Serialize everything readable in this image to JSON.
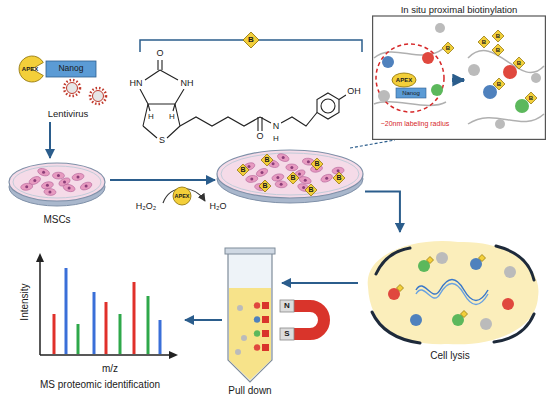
{
  "diagram": {
    "nodes": [
      {
        "text": [
          "Lentivirus"
        ]
      },
      {
        "text": [
          "MSCs"
        ]
      },
      {
        "text": [
          "B",
          "B",
          "B",
          "B",
          "B",
          "B",
          "B"
        ]
      },
      {
        "text": [
          "In situ proximal biotinylation"
        ]
      },
      {
        "text": [
          "Cell lysis"
        ]
      },
      {
        "text": [
          "Pull down"
        ]
      },
      {
        "text": [
          "MS proteomic identification"
        ]
      }
    ],
    "edges": [
      {
        "from": 0,
        "to": 1,
        "arrow": "to"
      },
      {
        "from": 1,
        "to": 2,
        "arrow": "to"
      },
      {
        "from": 2,
        "to": 4,
        "arrow": "to"
      },
      {
        "from": 2,
        "to": 3,
        "arrow": "none"
      },
      {
        "from": 4,
        "to": 5,
        "arrow": "to"
      },
      {
        "from": 5,
        "to": 6,
        "arrow": "to"
      }
    ],
    "labels": [
      "B",
      "O",
      "HN",
      "NH",
      "H",
      "H",
      "S",
      "O",
      "N",
      "H",
      "OH",
      "H₂O₂",
      "APEX",
      "H₂O",
      "APEX",
      "Nanog",
      "APEX",
      "Nanog",
      "~20nm labeling radius",
      "B",
      "B",
      "B",
      "B",
      "B",
      "B",
      "B",
      "N",
      "S",
      "Intensity",
      "m/z"
    ]
  }
}
